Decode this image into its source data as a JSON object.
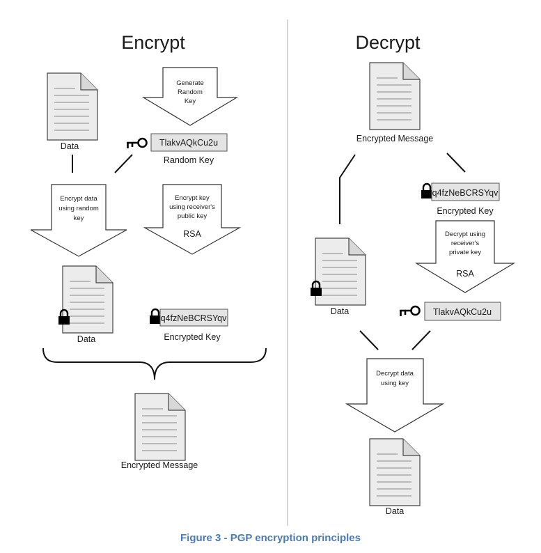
{
  "encrypt": {
    "title": "Encrypt",
    "data_label": "Data",
    "generate_key": [
      "Generate",
      "Random",
      "Key"
    ],
    "random_key_value": "TlakvAQkCu2u",
    "random_key_label": "Random Key",
    "encrypt_data": [
      "Encrypt data",
      "using random",
      "key"
    ],
    "encrypt_key": [
      "Encrypt key",
      "using receiver's",
      "public key"
    ],
    "encrypt_key_algo": "RSA",
    "encrypted_data_label": "Data",
    "encrypted_key_value": "q4fzNeBCRSYqv",
    "encrypted_key_label": "Encrypted Key",
    "message_label": "Encrypted Message"
  },
  "decrypt": {
    "title": "Decrypt",
    "message_label": "Encrypted Message",
    "encrypted_key_value": "q4fzNeBCRSYqv",
    "encrypted_key_label": "Encrypted Key",
    "decrypt_key": [
      "Decrypt using",
      "receiver's",
      "private key"
    ],
    "decrypt_key_algo": "RSA",
    "encrypted_data_label": "Data",
    "random_key_value": "TlakvAQkCu2u",
    "decrypt_data": [
      "Decrypt data",
      "using key"
    ],
    "output_label": "Data"
  },
  "caption": "Figure 3 - PGP encryption principles",
  "colors": {
    "caption": "#4a7ab8",
    "divider": "#c8c8c8",
    "doc_fill": "#ececec"
  }
}
